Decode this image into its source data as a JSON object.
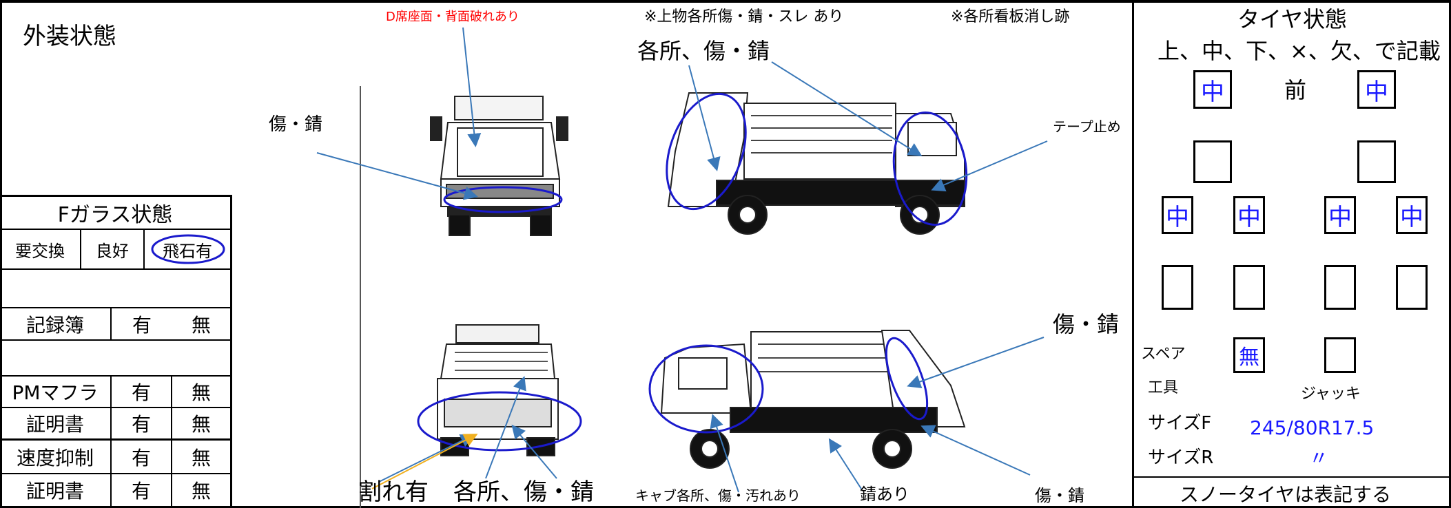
{
  "exterior": {
    "title": "外装状態",
    "notes": {
      "seat_damage": "D席座面・背面破れあり",
      "body_damage": "※上物各所傷・錆・スレ あり",
      "sign_trace": "※各所看板消し跡",
      "front_scratch": "傷・錆",
      "side_scratch": "各所、傷・錆",
      "tape": "テープ止め",
      "rear_scratch": "傷・錆",
      "cracked": "割れ有",
      "rear_various": "各所、傷・錆",
      "cab": "キャブ各所、傷・汚れあり",
      "rust": "錆あり",
      "bottom_scratch": "傷・錆"
    }
  },
  "glass": {
    "title": "Fガラス状態",
    "options": [
      "要交換",
      "良好",
      "飛石有"
    ],
    "selected": "飛石有"
  },
  "records": [
    {
      "label": "記録簿",
      "yes": "有",
      "no": "無"
    },
    {
      "label": "PMマフラ",
      "yes": "有",
      "no": "無"
    },
    {
      "label": "証明書",
      "yes": "有",
      "no": "無"
    },
    {
      "label": "速度抑制",
      "yes": "有",
      "no": "無"
    },
    {
      "label": "証明書",
      "yes": "有",
      "no": "無"
    }
  ],
  "tire": {
    "title": "タイヤ状態",
    "legend": "上、中、下、×、欠、で記載",
    "front_label": "前",
    "front": [
      "中",
      "中"
    ],
    "row3": [
      "中",
      "中",
      "中",
      "中"
    ],
    "spare_label": "スペア",
    "spare_value": "無",
    "tool_label": "工具",
    "jack_label": "ジャッキ",
    "size_f_label": "サイズF",
    "size_f_value": "245/80R17.5",
    "size_r_label": "サイズR",
    "size_r_value": "〃",
    "snow_note": "スノータイヤは表記する"
  },
  "colors": {
    "arrow": "#3a78b8",
    "ellipse": "#1a1acc",
    "red_note": "#ff0000",
    "value_blue": "#1a1aff",
    "orange_arrow": "#f0b020"
  }
}
